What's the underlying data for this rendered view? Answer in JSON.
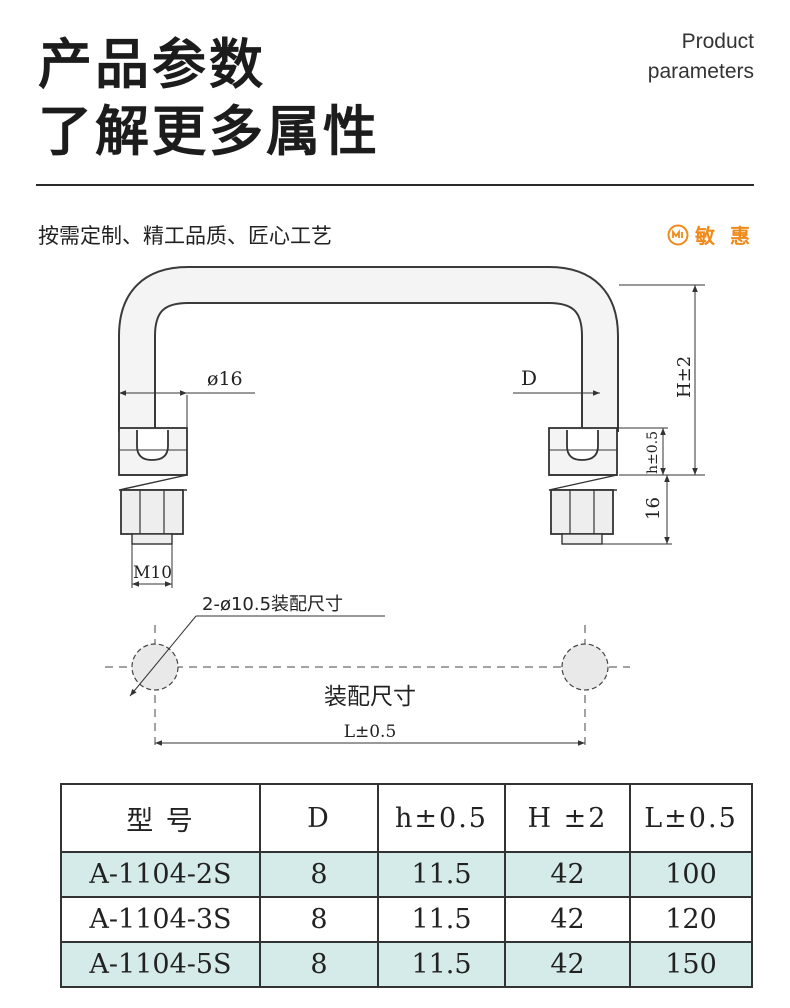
{
  "header": {
    "title_line1": "产品参数",
    "title_line2": "了解更多属性",
    "english_line1": "Product",
    "english_line2": "parameters",
    "slogan": "按需定制、精工品质、匠心工艺",
    "brand_name": "敏 惠",
    "brand_icon": "brand-logo-icon",
    "brand_color": "#f08a1a"
  },
  "drawing": {
    "dim_d16": "ø16",
    "dim_D": "D",
    "dim_H": "H±2",
    "dim_h": "h±0.5",
    "dim_16": "16",
    "dim_M10": "M10",
    "hole_note": "2-ø10.5装配尺寸",
    "mount_label": "装配尺寸",
    "dim_L": "L±0.5"
  },
  "table": {
    "headers": [
      "型 号",
      "D",
      "h±0.5",
      "H ±2",
      "L±0.5"
    ],
    "rows": [
      [
        "A-1104-2S",
        "8",
        "11.5",
        "42",
        "100"
      ],
      [
        "A-1104-3S",
        "8",
        "11.5",
        "42",
        "120"
      ],
      [
        "A-1104-5S",
        "8",
        "11.5",
        "42",
        "150"
      ]
    ],
    "row_highlight_color": "#d4ebe9"
  }
}
